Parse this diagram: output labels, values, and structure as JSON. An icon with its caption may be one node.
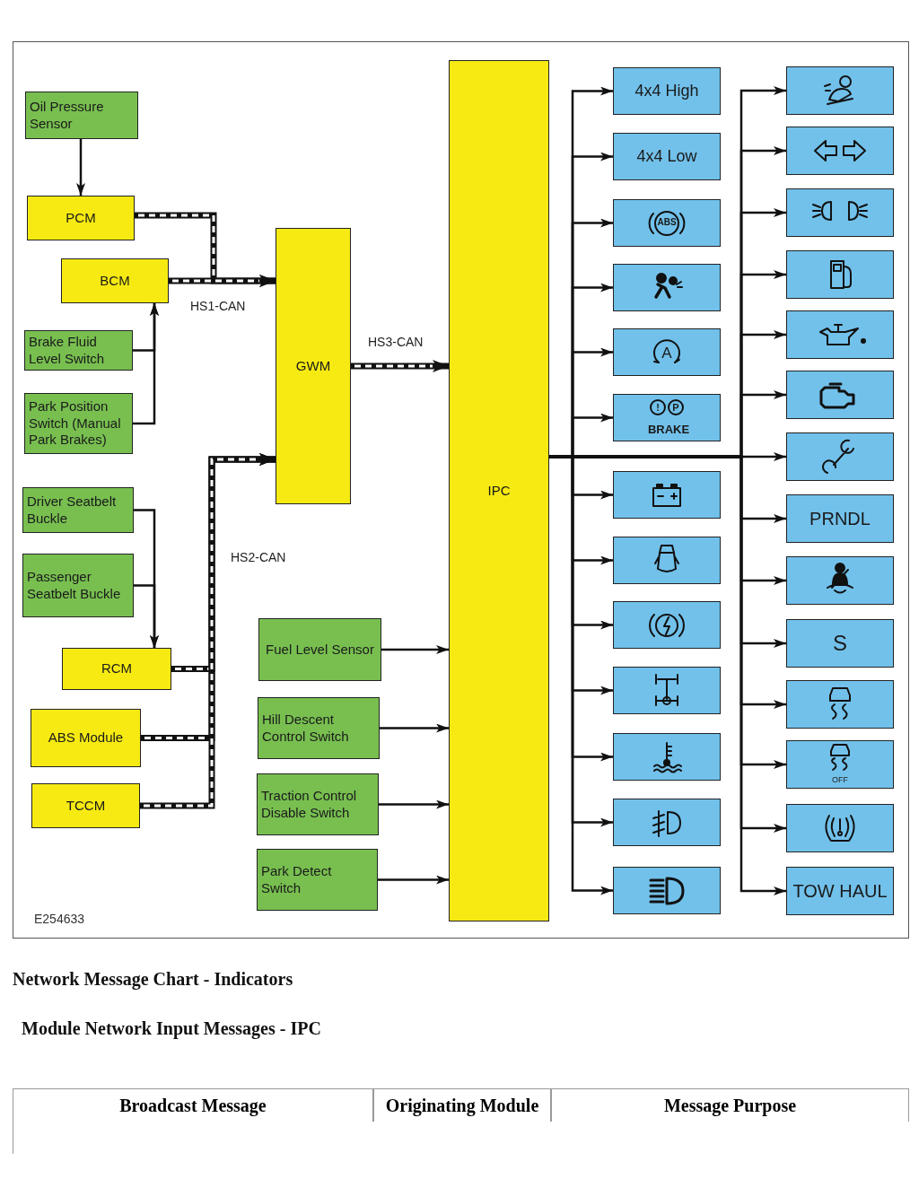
{
  "diagram": {
    "nodes": [
      {
        "text": [
          "Oil Pressure Sensor"
        ]
      },
      {
        "text": [
          "PCM"
        ]
      },
      {
        "text": [
          "BCM"
        ]
      },
      {
        "text": [
          "Brake Fluid Level Switch"
        ]
      },
      {
        "text": [
          "Park Position Switch (Manual Park Brakes)"
        ]
      },
      {
        "text": [
          "GWM"
        ]
      },
      {
        "text": [
          "Driver Seatbelt Buckle"
        ]
      },
      {
        "text": [
          "Passenger Seatbelt Buckle"
        ]
      },
      {
        "text": [
          "RCM"
        ]
      },
      {
        "text": [
          "ABS Module"
        ]
      },
      {
        "text": [
          "TCCM"
        ]
      },
      {
        "text": [
          "Fuel Level Sensor"
        ]
      },
      {
        "text": [
          "Hill Descent Control Switch"
        ]
      },
      {
        "text": [
          "Traction Control Disable Switch"
        ]
      },
      {
        "text": [
          "Park Detect Switch"
        ]
      },
      {
        "text": [
          "IPC"
        ]
      },
      {
        "text": [
          "4x4 High"
        ]
      },
      {
        "text": [
          "4x4 Low"
        ]
      },
      {
        "text": [
          "ABS"
        ]
      },
      {
        "text": [],
        "shape": "box"
      },
      {
        "text": [
          "A"
        ]
      },
      {
        "text": [
          "!",
          "P",
          "BRAKE"
        ]
      },
      {
        "text": [],
        "shape": "box"
      },
      {
        "text": [],
        "shape": "box"
      },
      {
        "text": [],
        "shape": "box"
      },
      {
        "text": [],
        "shape": "box"
      },
      {
        "text": [],
        "shape": "box"
      },
      {
        "text": [],
        "shape": "box"
      },
      {
        "text": [],
        "shape": "box"
      },
      {
        "text": [],
        "shape": "box"
      },
      {
        "text": [],
        "shape": "box"
      },
      {
        "text": [],
        "shape": "box"
      },
      {
        "text": [],
        "shape": "box"
      },
      {
        "text": [],
        "shape": "box"
      },
      {
        "text": [],
        "shape": "box"
      },
      {
        "text": [],
        "shape": "box"
      },
      {
        "text": [
          "PRNDL"
        ]
      },
      {
        "text": [],
        "shape": "box"
      },
      {
        "text": [
          "S"
        ]
      },
      {
        "text": [],
        "shape": "box"
      },
      {
        "text": [
          "OFF"
        ]
      },
      {
        "text": [],
        "shape": "box"
      },
      {
        "text": [
          "TOW HAUL"
        ]
      }
    ],
    "edges": [
      {
        "from": 0,
        "to": 1,
        "arrow": "to"
      },
      {
        "from": 1,
        "to": 5,
        "arrow": "to",
        "style": "thick"
      },
      {
        "from": 2,
        "to": 5,
        "arrow": "to",
        "style": "thick",
        "label": "HS1-CAN"
      },
      {
        "from": 3,
        "to": 2,
        "arrow": "to"
      },
      {
        "from": 4,
        "to": 2,
        "arrow": "to"
      },
      {
        "from": 6,
        "to": 8,
        "arrow": "to"
      },
      {
        "from": 7,
        "to": 8,
        "arrow": "to"
      },
      {
        "from": 8,
        "to": 5,
        "arrow": "to",
        "style": "thick",
        "label": "HS2-CAN"
      },
      {
        "from": 9,
        "to": 5,
        "arrow": "to",
        "style": "thick"
      },
      {
        "from": 10,
        "to": 5,
        "arrow": "to",
        "style": "thick"
      },
      {
        "from": 5,
        "to": 15,
        "arrow": "to",
        "style": "thick",
        "label": "HS3-CAN"
      },
      {
        "from": 11,
        "to": 15,
        "arrow": "to"
      },
      {
        "from": 12,
        "to": 15,
        "arrow": "to"
      },
      {
        "from": 13,
        "to": 15,
        "arrow": "to"
      },
      {
        "from": 14,
        "to": 15,
        "arrow": "to"
      },
      {
        "from": 15,
        "to": 16,
        "arrow": "to"
      },
      {
        "from": 15,
        "to": 17,
        "arrow": "to"
      },
      {
        "from": 15,
        "to": 18,
        "arrow": "to"
      },
      {
        "from": 15,
        "to": 19,
        "arrow": "to"
      },
      {
        "from": 15,
        "to": 20,
        "arrow": "to"
      },
      {
        "from": 15,
        "to": 21,
        "arrow": "to"
      },
      {
        "from": 15,
        "to": 22,
        "arrow": "to"
      },
      {
        "from": 15,
        "to": 23,
        "arrow": "to"
      },
      {
        "from": 15,
        "to": 24,
        "arrow": "to"
      },
      {
        "from": 15,
        "to": 25,
        "arrow": "to"
      },
      {
        "from": 15,
        "to": 26,
        "arrow": "to"
      },
      {
        "from": 15,
        "to": 27,
        "arrow": "to"
      },
      {
        "from": 15,
        "to": 28,
        "arrow": "to"
      },
      {
        "from": 15,
        "to": 29,
        "arrow": "to"
      },
      {
        "from": 15,
        "to": 30,
        "arrow": "to"
      },
      {
        "from": 15,
        "to": 31,
        "arrow": "to"
      },
      {
        "from": 15,
        "to": 32,
        "arrow": "to"
      },
      {
        "from": 15,
        "to": 33,
        "arrow": "to"
      },
      {
        "from": 15,
        "to": 34,
        "arrow": "to"
      },
      {
        "from": 15,
        "to": 35,
        "arrow": "to"
      },
      {
        "from": 15,
        "to": 36,
        "arrow": "to"
      },
      {
        "from": 15,
        "to": 37,
        "arrow": "to"
      },
      {
        "from": 15,
        "to": 38,
        "arrow": "to"
      },
      {
        "from": 15,
        "to": 39,
        "arrow": "to"
      },
      {
        "from": 15,
        "to": 40,
        "arrow": "to"
      },
      {
        "from": 15,
        "to": 41,
        "arrow": "to"
      },
      {
        "from": 15,
        "to": 42,
        "arrow": "to"
      }
    ],
    "labels": [
      "E254633",
      "Network Message Chart - Indicators",
      "Module Network Input Messages - IPC",
      "Broadcast Message",
      "Originating Module",
      "Message Purpose"
    ]
  }
}
